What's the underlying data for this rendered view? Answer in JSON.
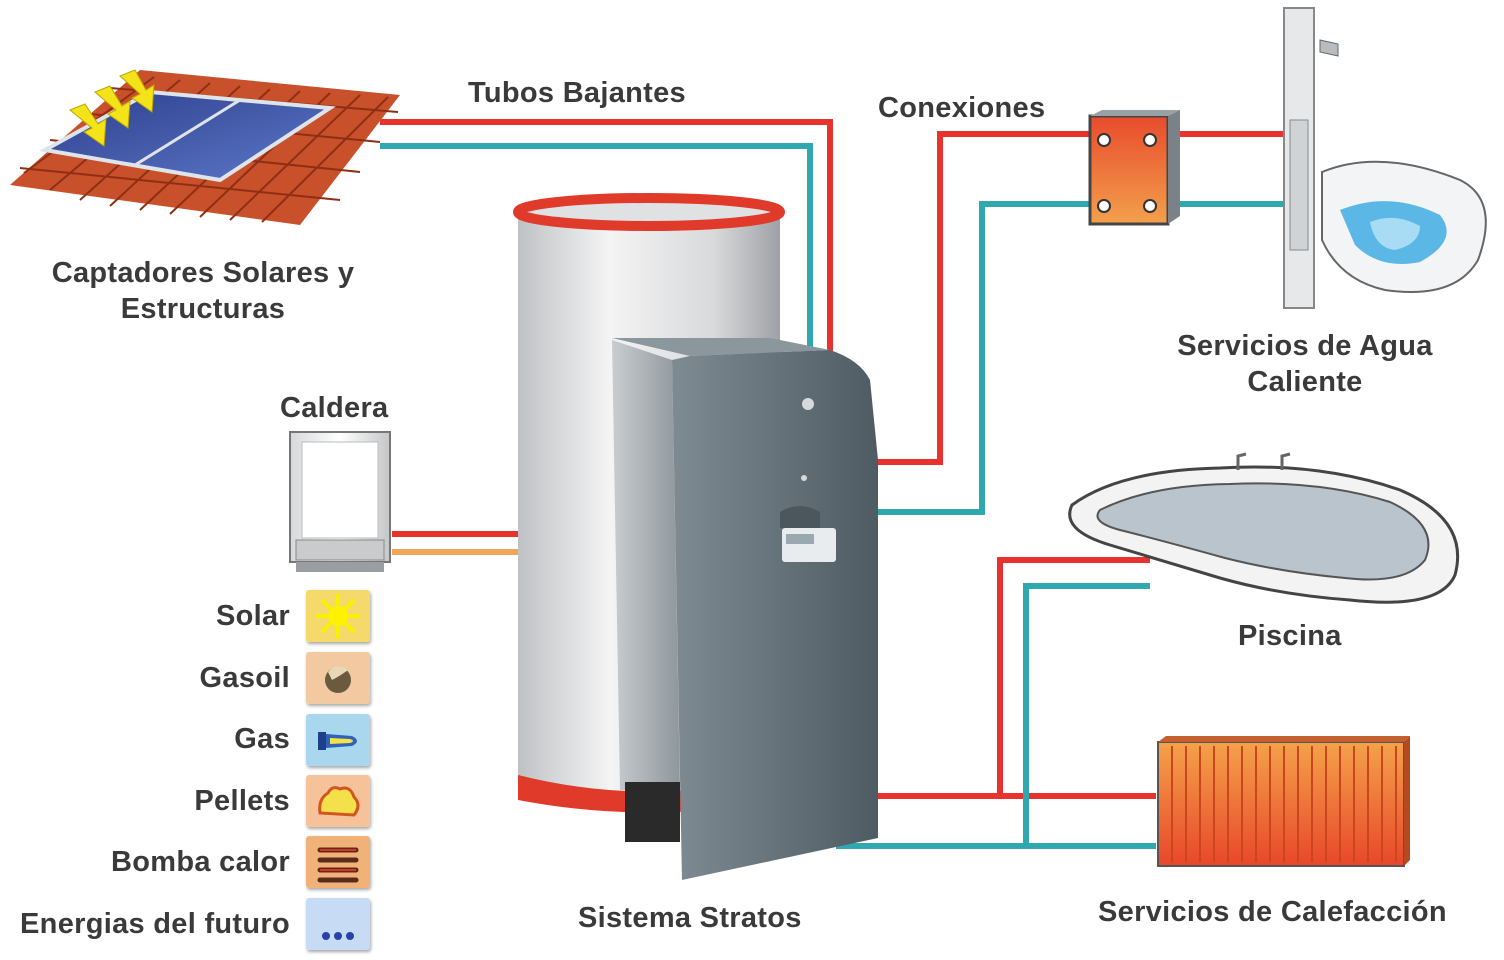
{
  "labels": {
    "tubos": "Tubos Bajantes",
    "conexiones": "Conexiones",
    "captadores_l1": "Captadores Solares y",
    "captadores_l2": "Estructuras",
    "caldera": "Caldera",
    "agua_l1": "Servicios de Agua",
    "agua_l2": "Caliente",
    "piscina": "Piscina",
    "stratos": "Sistema Stratos",
    "calefaccion": "Servicios de Calefacción"
  },
  "energy_sources": [
    {
      "label": "Solar",
      "icon": "sun-icon",
      "bg": "#f5d96a"
    },
    {
      "label": "Gasoil",
      "icon": "oil-drop-icon",
      "bg": "#f2c9a0"
    },
    {
      "label": "Gas",
      "icon": "gas-flame-icon",
      "bg": "#a9d8ee"
    },
    {
      "label": "Pellets",
      "icon": "pellet-fire-icon",
      "bg": "#f6c29a"
    },
    {
      "label": "Bomba calor",
      "icon": "heat-pump-coil-icon",
      "bg": "#f1b27a"
    },
    {
      "label": "Energias del futuro",
      "icon": "more-dots-icon",
      "bg": "#c7dbf4"
    }
  ],
  "colors": {
    "hot_pipe": "#e8322e",
    "cold_pipe": "#2fa8b0",
    "accent_red": "#e03a2a"
  }
}
